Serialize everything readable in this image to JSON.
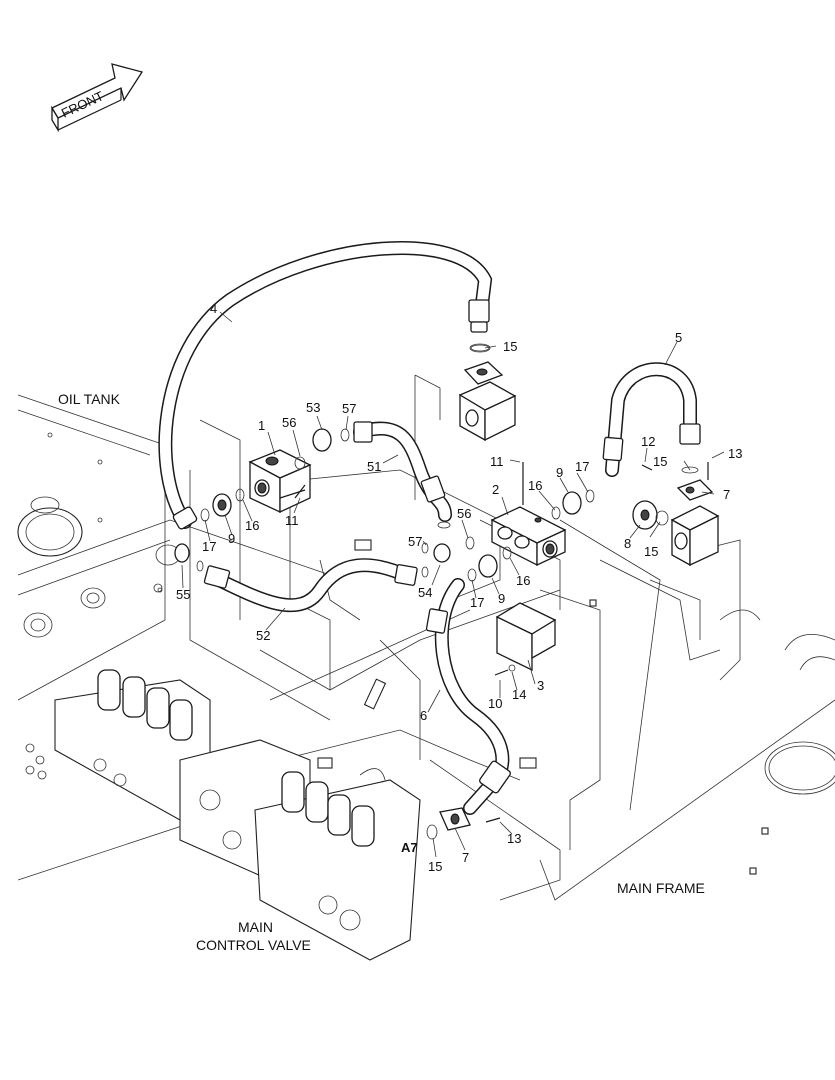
{
  "front_arrow": {
    "label": "FRONT"
  },
  "area_labels": {
    "oil_tank": "OIL TANK",
    "main_frame": "MAIN FRAME",
    "main_control_valve_line1": "MAIN",
    "main_control_valve_line2": "CONTROL VALVE",
    "view_marker": "A7"
  },
  "callouts": {
    "c1": "1",
    "c2": "2",
    "c3": "3",
    "c4": "4",
    "c5": "5",
    "c6": "6",
    "c7a": "7",
    "c7b": "7",
    "c8": "8",
    "c9a": "9",
    "c9b": "9",
    "c9c": "9",
    "c10": "10",
    "c11a": "11",
    "c11b": "11",
    "c12": "12",
    "c13a": "13",
    "c13b": "13",
    "c14": "14",
    "c15a": "15",
    "c15b": "15",
    "c15c": "15",
    "c15d": "15",
    "c16a": "16",
    "c16b": "16",
    "c16c": "16",
    "c17a": "17",
    "c17b": "17",
    "c17c": "17",
    "c51": "51",
    "c52": "52",
    "c53": "53",
    "c54": "54",
    "c55": "55",
    "c56a": "56",
    "c56b": "56",
    "c57a": "57",
    "c57b": "57"
  }
}
